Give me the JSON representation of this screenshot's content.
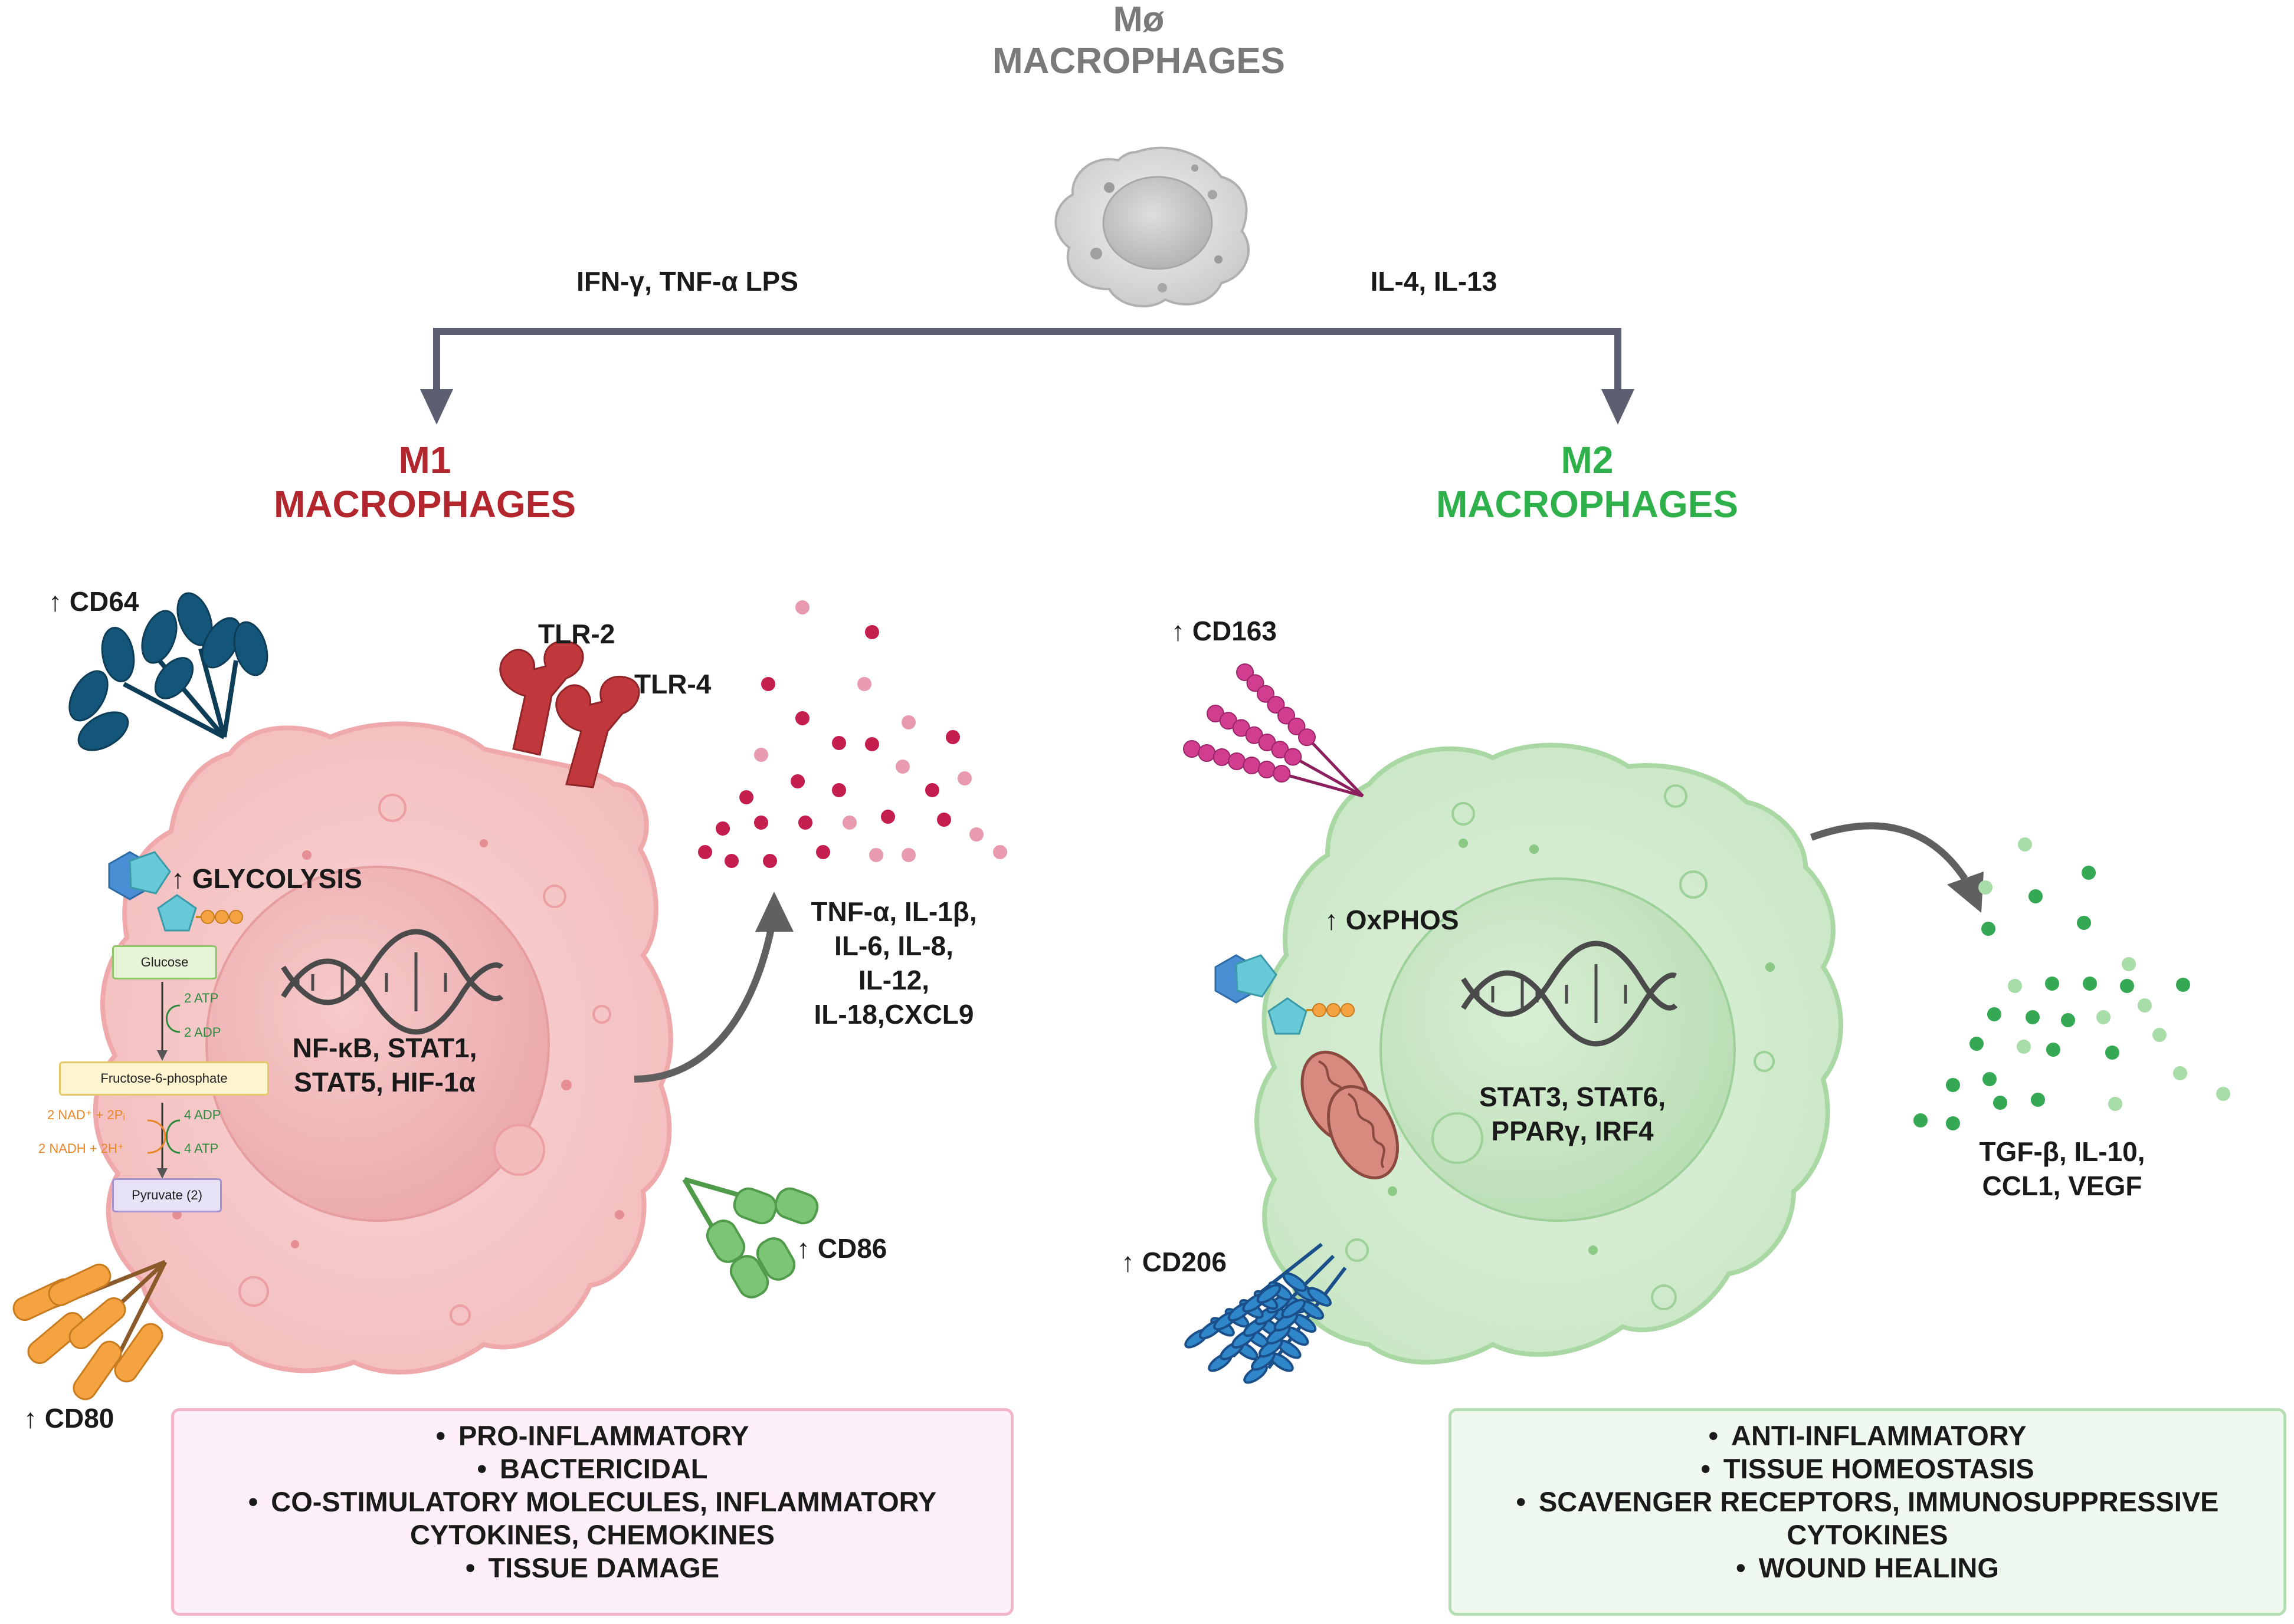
{
  "header": {
    "symbol": "Mø",
    "title": "MACROPHAGES"
  },
  "signals": {
    "m1": "IFN-γ, TNF-α LPS",
    "m2": "IL-4, IL-13"
  },
  "m1": {
    "title_line1": "M1",
    "title_line2": "MACROPHAGES",
    "markers": {
      "cd64": "↑ CD64",
      "tlr2": "TLR-2",
      "tlr4": "TLR-4",
      "cd80": "↑ CD80",
      "cd86": "↑ CD86"
    },
    "metabolism": "↑ GLYCOLYSIS",
    "glycolysis": {
      "glucose": "Glucose",
      "atp_in": "2 ATP",
      "adp_out": "2 ADP",
      "f6p": "Fructose-6-phosphate",
      "nad": "2 NAD⁺ + 2Pᵢ",
      "nadh": "2 NADH + 2H⁺",
      "adp_in": "4 ADP",
      "atp_out": "4 ATP",
      "pyruvate": "Pyruvate (2)"
    },
    "transcription_factors": [
      "NF-κB, STAT1,",
      "STAT5, HIF-1α"
    ],
    "cytokines": [
      "TNF-α, IL-1β,",
      "IL-6, IL-8,",
      "IL-12,",
      "IL-18,CXCL9"
    ],
    "summary": [
      {
        "text": "PRO-INFLAMMATORY",
        "bullet": true
      },
      {
        "text": "BACTERICIDAL",
        "bullet": true
      },
      {
        "text": "CO-STIMULATORY MOLECULES, INFLAMMATORY",
        "bullet": true
      },
      {
        "text": "CYTOKINES, CHEMOKINES",
        "bullet": false
      },
      {
        "text": "TISSUE DAMAGE",
        "bullet": true
      }
    ],
    "colors": {
      "title": "#b3262d",
      "cell": "#f6c9c9",
      "box_bg": "#fdf0f8",
      "box_border": "#f2b4c8"
    }
  },
  "m2": {
    "title_line1": "M2",
    "title_line2": "MACROPHAGES",
    "markers": {
      "cd163": "↑ CD163",
      "cd206": "↑ CD206"
    },
    "metabolism": "↑ OxPHOS",
    "transcription_factors": [
      "STAT3, STAT6,",
      "PPARγ, IRF4"
    ],
    "cytokines": [
      "TGF-β, IL-10,",
      "CCL1, VEGF"
    ],
    "summary": [
      {
        "text": "ANTI-INFLAMMATORY",
        "bullet": true
      },
      {
        "text": "TISSUE HOMEOSTASIS",
        "bullet": true
      },
      {
        "text": "SCAVENGER RECEPTORS, IMMUNOSUPPRESSIVE",
        "bullet": true
      },
      {
        "text": "CYTOKINES",
        "bullet": false
      },
      {
        "text": "WOUND HEALING",
        "bullet": true
      }
    ],
    "colors": {
      "title": "#2eb04a",
      "cell": "#d5edd3",
      "box_bg": "#f0f9ef",
      "box_border": "#b6deb4"
    }
  }
}
